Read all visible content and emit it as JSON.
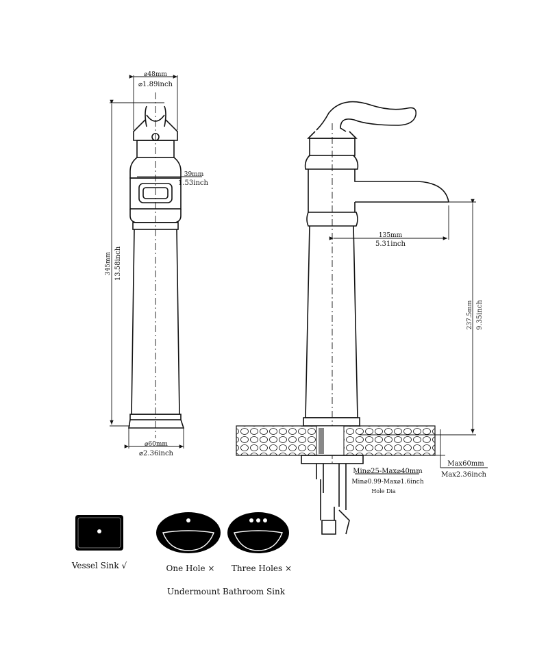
{
  "front_view": {
    "top_diameter_mm": "⌀48mm",
    "top_diameter_in": "⌀1.89inch",
    "handle_width_mm": "39mm",
    "handle_width_in": "1.53inch",
    "height_mm": "345mm",
    "height_in": "13.58inch",
    "base_diameter_mm": "⌀60mm",
    "base_diameter_in": "⌀2.36inch"
  },
  "side_view": {
    "spout_reach_mm": "135mm",
    "spout_reach_in": "5.31inch",
    "spout_height_mm": "237.5mm",
    "spout_height_in": "9.35inch",
    "deck_thickness_mm": "Max60mm",
    "deck_thickness_in": "Max2.36inch",
    "hole_dia_mm": "Min⌀25-Max⌀40mm",
    "hole_dia_in": "Min⌀0.99-Max⌀1.6inch",
    "hole_dia_label": "Hole Dia"
  },
  "sinks": {
    "vessel": "Vessel Sink √",
    "one_hole": "One Hole ×",
    "three_holes": "Three Holes ×",
    "undermount_caption": "Undermount Bathroom Sink"
  }
}
